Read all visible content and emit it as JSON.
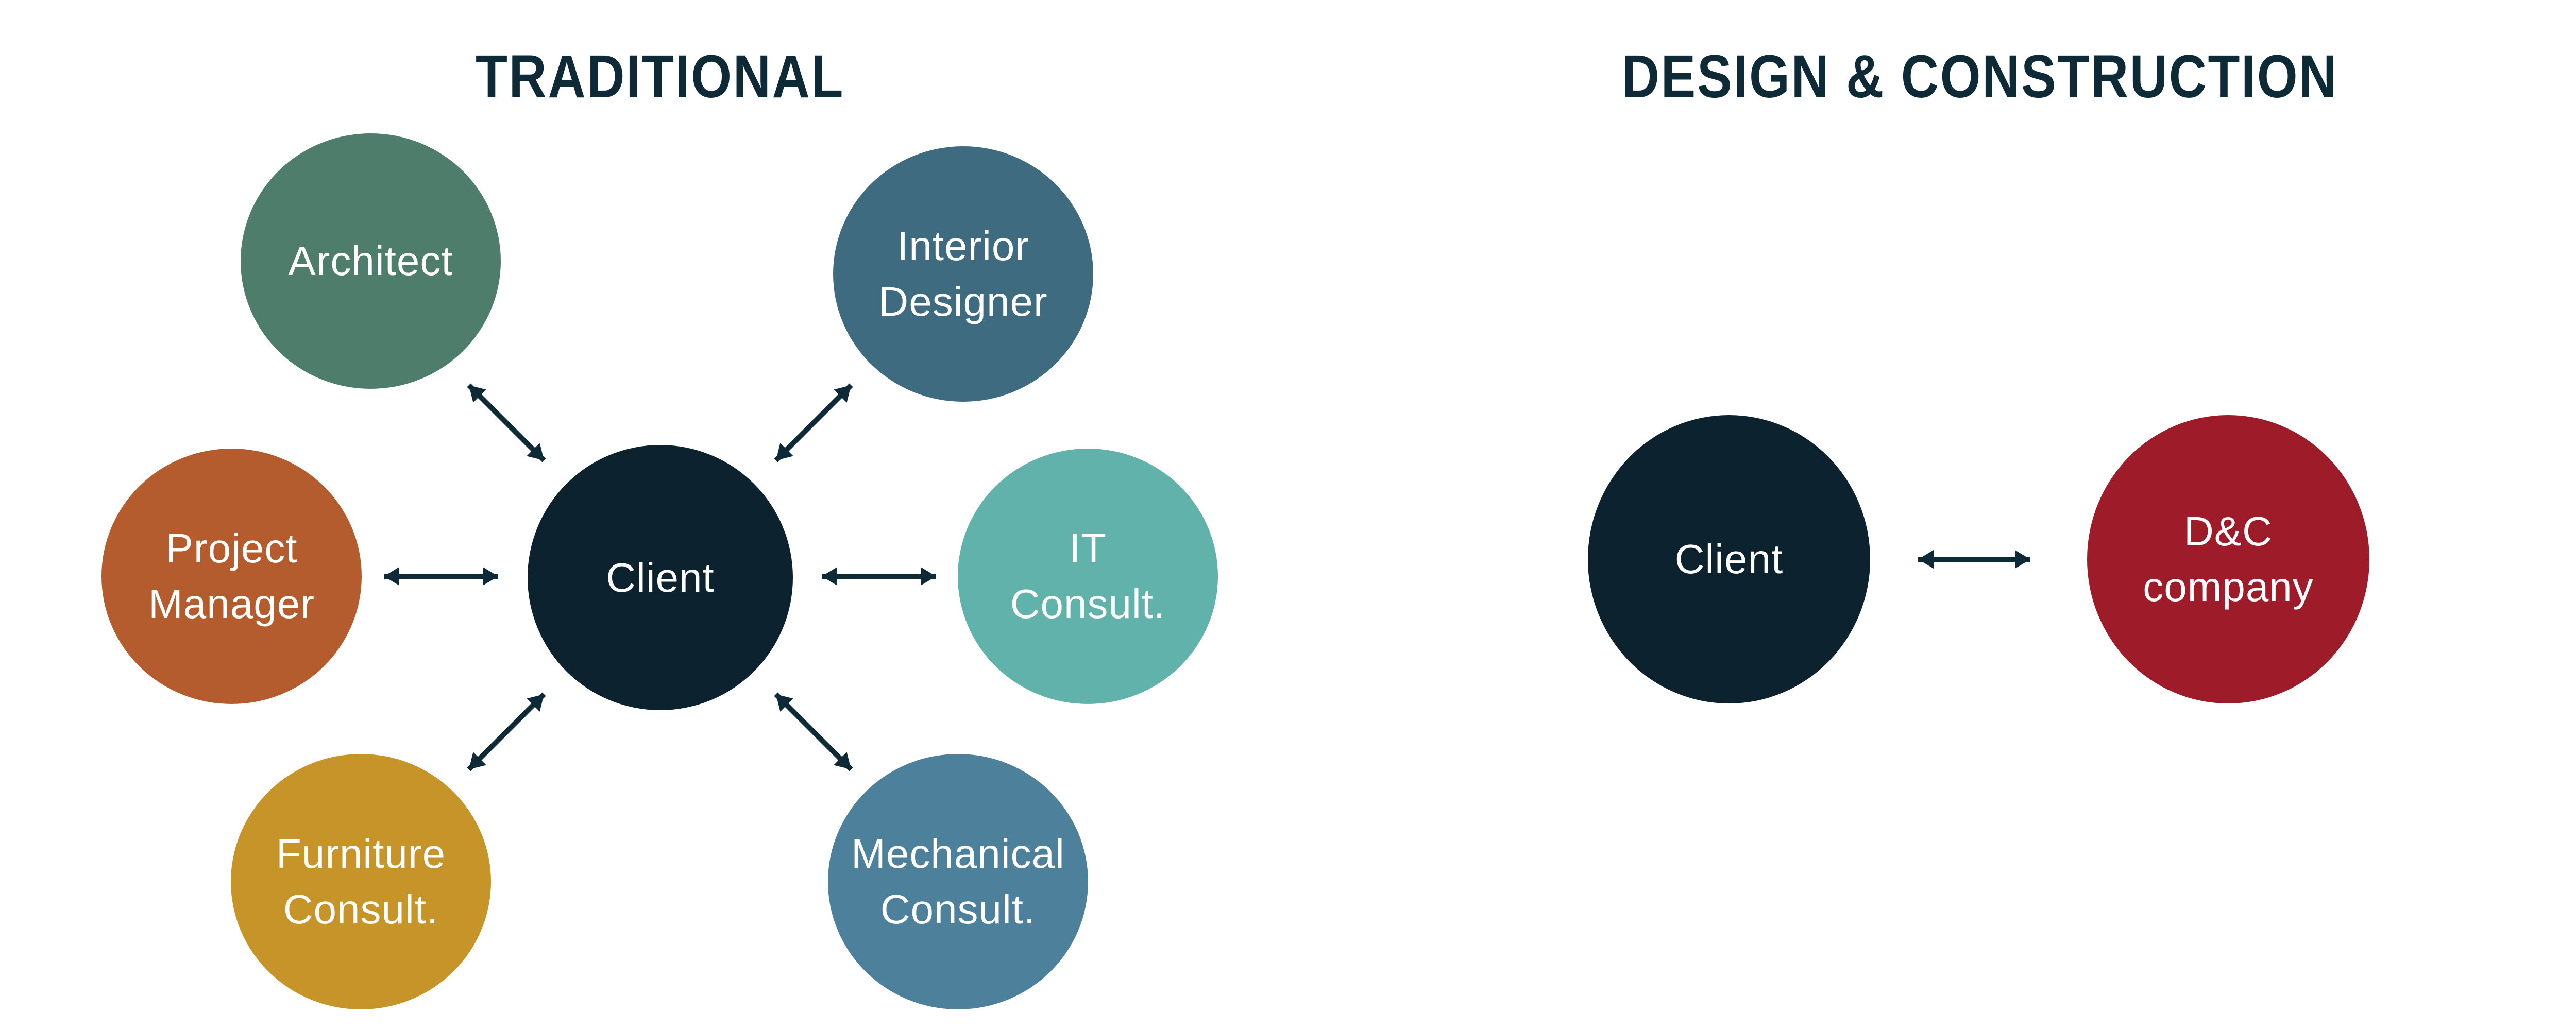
{
  "colors": {
    "background": "#ffffff",
    "title_text": "#0e2a37",
    "arrow": "#0e2a37",
    "node_label_text": "#ffffff",
    "client_navy": "#0c222f",
    "architect_green": "#4e7d6b",
    "interior_designer_slate": "#3e6b80",
    "project_manager_orange": "#b45c2d",
    "it_consultant_teal": "#61b2ab",
    "furniture_consultant_gold": "#c79429",
    "mechanical_consultant_steel_blue": "#4c809b",
    "dc_company_red": "#9e1b29"
  },
  "traditional": {
    "title": "TRADITIONAL",
    "client": {
      "label": "Client"
    },
    "satellites": {
      "architect": {
        "label": "Architect"
      },
      "interior_designer": {
        "label": "Interior\nDesigner"
      },
      "project_manager": {
        "label": "Project\nManager"
      },
      "it_consultant": {
        "label": "IT\nConsult."
      },
      "furniture_consultant": {
        "label": "Furniture\nConsult."
      },
      "mechanical_consultant": {
        "label": "Mechanical\nConsult."
      }
    }
  },
  "design_construction": {
    "title": "DESIGN & CONSTRUCTION",
    "client": {
      "label": "Client"
    },
    "company": {
      "label": "D&C\ncompany"
    }
  }
}
